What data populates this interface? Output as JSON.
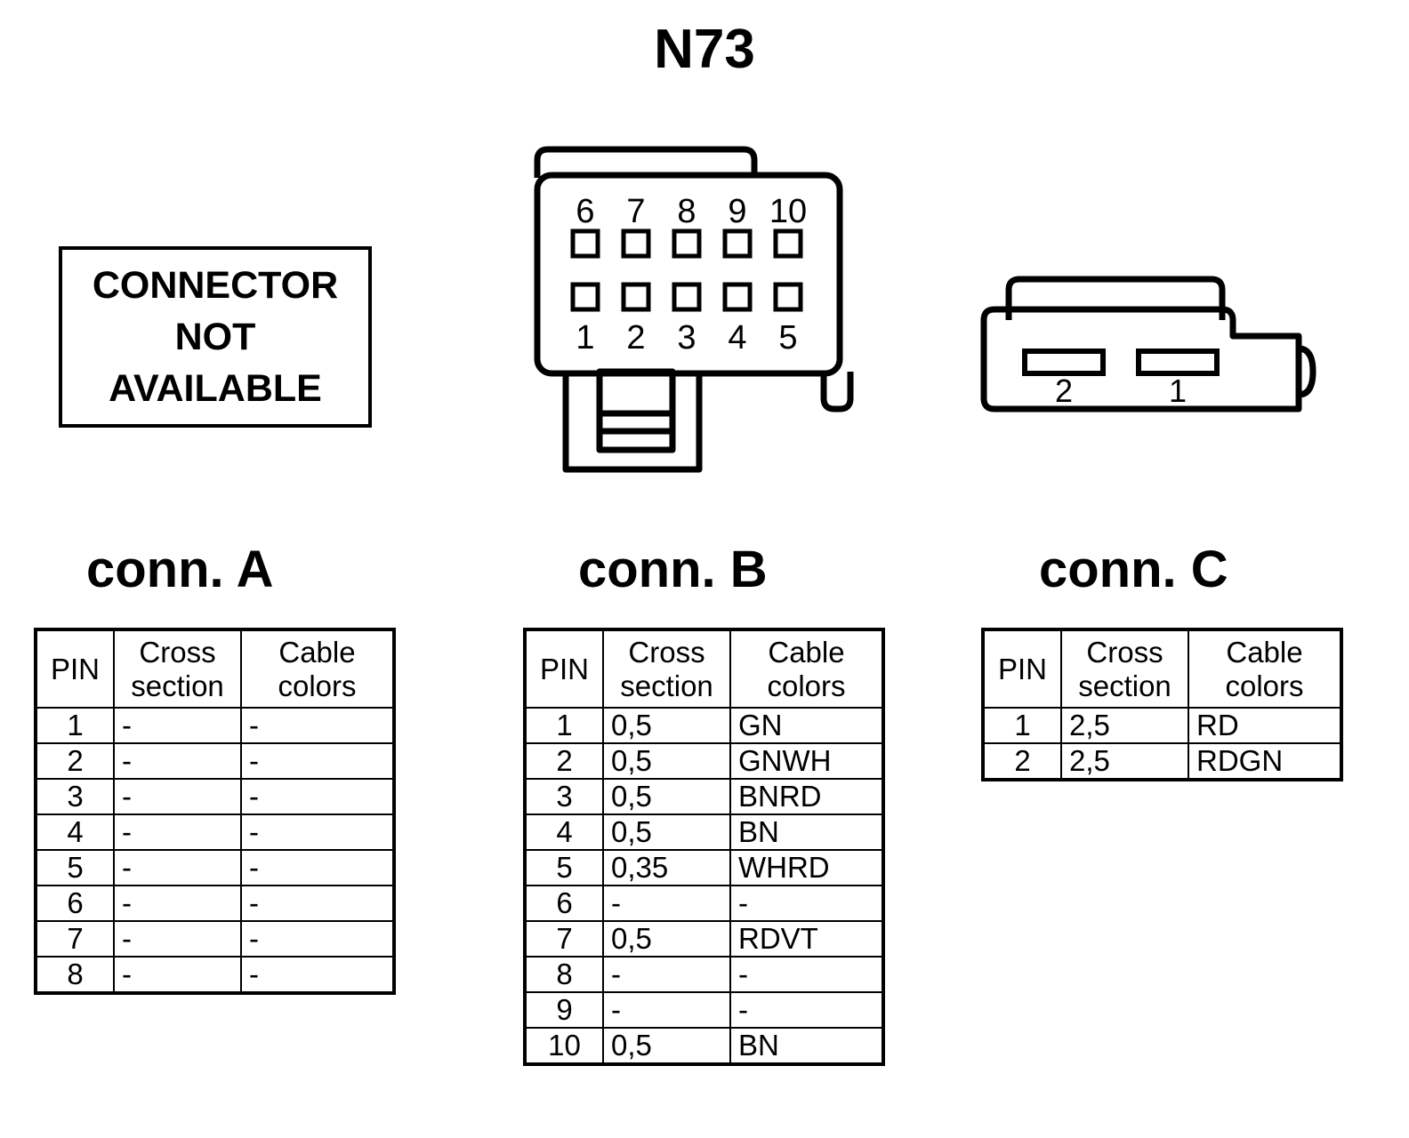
{
  "title": "N73",
  "not_available_box": {
    "lines": [
      "CONNECTOR",
      "NOT",
      "AVAILABLE"
    ]
  },
  "connector_b_diagram": {
    "name": "connector-b-pinout",
    "top_row_labels": [
      "6",
      "7",
      "8",
      "9",
      "10"
    ],
    "bottom_row_labels": [
      "1",
      "2",
      "3",
      "4",
      "5"
    ],
    "pin_count": 10,
    "terminal_shape": "square"
  },
  "connector_c_diagram": {
    "name": "connector-c-pinout",
    "labels": [
      "2",
      "1"
    ],
    "pin_count": 2,
    "terminal_shape": "wide-rectangle"
  },
  "headings": {
    "conn_a": "conn. A",
    "conn_b": "conn. B",
    "conn_c": "conn. C"
  },
  "table_headers": {
    "pin": "PIN",
    "cross_1": "Cross",
    "cross_2": "section",
    "cable_1": "Cable",
    "cable_2": "colors"
  },
  "tables": {
    "conn_a": {
      "rows": [
        {
          "pin": "1",
          "cross_section": "-",
          "cable_colors": "-"
        },
        {
          "pin": "2",
          "cross_section": "-",
          "cable_colors": "-"
        },
        {
          "pin": "3",
          "cross_section": "-",
          "cable_colors": "-"
        },
        {
          "pin": "4",
          "cross_section": "-",
          "cable_colors": "-"
        },
        {
          "pin": "5",
          "cross_section": "-",
          "cable_colors": "-"
        },
        {
          "pin": "6",
          "cross_section": "-",
          "cable_colors": "-"
        },
        {
          "pin": "7",
          "cross_section": "-",
          "cable_colors": "-"
        },
        {
          "pin": "8",
          "cross_section": "-",
          "cable_colors": "-"
        }
      ]
    },
    "conn_b": {
      "rows": [
        {
          "pin": "1",
          "cross_section": "0,5",
          "cable_colors": "GN"
        },
        {
          "pin": "2",
          "cross_section": "0,5",
          "cable_colors": "GNWH"
        },
        {
          "pin": "3",
          "cross_section": "0,5",
          "cable_colors": "BNRD"
        },
        {
          "pin": "4",
          "cross_section": "0,5",
          "cable_colors": "BN"
        },
        {
          "pin": "5",
          "cross_section": "0,35",
          "cable_colors": "WHRD"
        },
        {
          "pin": "6",
          "cross_section": "-",
          "cable_colors": "-"
        },
        {
          "pin": "7",
          "cross_section": "0,5",
          "cable_colors": "RDVT"
        },
        {
          "pin": "8",
          "cross_section": "-",
          "cable_colors": "-"
        },
        {
          "pin": "9",
          "cross_section": "-",
          "cable_colors": "-"
        },
        {
          "pin": "10",
          "cross_section": "0,5",
          "cable_colors": "BN"
        }
      ]
    },
    "conn_c": {
      "rows": [
        {
          "pin": "1",
          "cross_section": "2,5",
          "cable_colors": "RD"
        },
        {
          "pin": "2",
          "cross_section": "2,5",
          "cable_colors": "RDGN"
        }
      ]
    }
  },
  "colors": {
    "ink": "#000000",
    "paper": "#ffffff"
  }
}
